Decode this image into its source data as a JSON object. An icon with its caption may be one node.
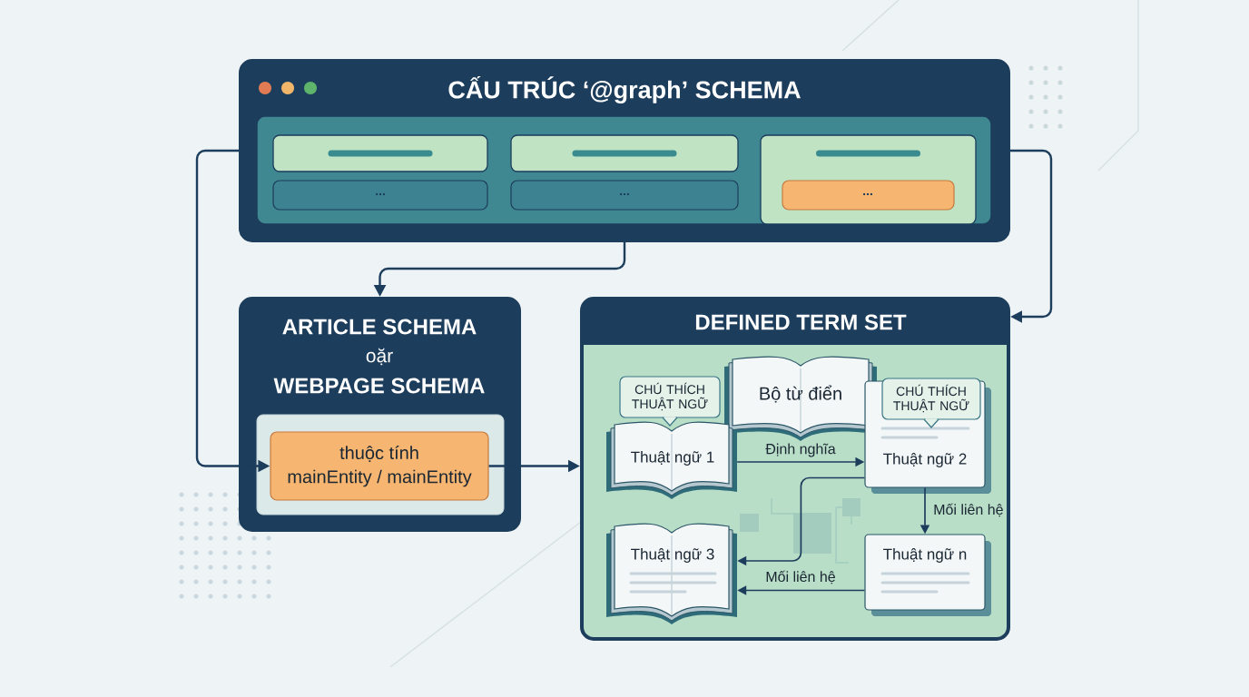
{
  "diagram": {
    "nodes": [
      {
        "text": [
          "CẤU TRÚC ‘@graph’ SCHEMA"
        ]
      },
      {
        "text": [],
        "shape": "box",
        "in": 0
      },
      {
        "text": [],
        "shape": "box",
        "in": 0
      },
      {
        "text": [],
        "shape": "box",
        "in": 0
      },
      {
        "text": [
          "..."
        ],
        "in": 0
      },
      {
        "text": [
          "..."
        ],
        "in": 0
      },
      {
        "text": [
          "..."
        ],
        "in": 3
      },
      {
        "text": [
          "ARTICLE SCHEMA",
          "oặr",
          "WEBPAGE SCHEMA"
        ]
      },
      {
        "text": [],
        "shape": "box",
        "in": 7
      },
      {
        "text": [
          "thuộc tính",
          "mainEntity / mainEntity"
        ],
        "in": 8
      },
      {
        "text": [
          "DEFINED TERM SET"
        ]
      },
      {
        "text": [
          "Bộ từ điển"
        ],
        "in": 10
      },
      {
        "text": [
          "CHÚ THÍCH THUẬT NGỮ"
        ],
        "in": 10
      },
      {
        "text": [
          "Thuật ngữ 1"
        ],
        "in": 10
      },
      {
        "text": [
          "CHÚ THÍCH THUẬT NGỮ"
        ],
        "in": 15
      },
      {
        "text": [
          "Thuật ngữ 2"
        ],
        "in": 10
      },
      {
        "text": [
          "Thuật ngữ 3"
        ],
        "in": 10
      },
      {
        "text": [
          "Thuật ngữ n"
        ],
        "in": 10
      }
    ],
    "edges": [
      {
        "from": 0,
        "to": 9,
        "arrow": "to"
      },
      {
        "from": 0,
        "to": 7,
        "arrow": "to"
      },
      {
        "from": 0,
        "to": 10,
        "arrow": "to"
      },
      {
        "from": 9,
        "to": 10,
        "arrow": "to"
      },
      {
        "from": 13,
        "to": 15,
        "arrow": "to",
        "label": "Định nghĩa"
      },
      {
        "from": 15,
        "to": 17,
        "arrow": "to",
        "label": "Mối liên hệ"
      },
      {
        "from": 17,
        "to": 16,
        "arrow": "to",
        "label": "Mối liên hệ"
      },
      {
        "from": 15,
        "to": 16,
        "arrow": "to"
      }
    ]
  }
}
